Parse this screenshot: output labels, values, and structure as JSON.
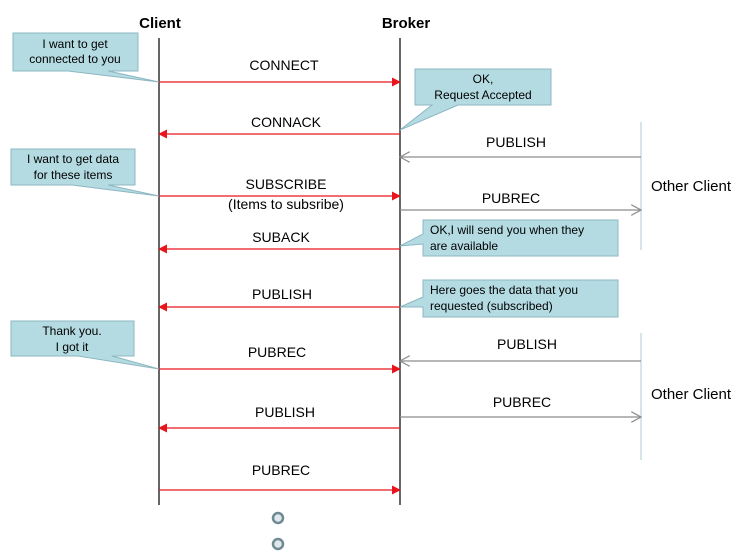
{
  "participants": {
    "client": "Client",
    "broker": "Broker",
    "other_client_top": "Other Client",
    "other_client_bottom": "Other Client"
  },
  "messages": {
    "connect": "CONNECT",
    "connack": "CONNACK",
    "publish_in_1": "PUBLISH",
    "subscribe": "SUBSCRIBE",
    "subscribe_detail": "(Items to subsribe)",
    "pubrec_out_1": "PUBREC",
    "suback": "SUBACK",
    "publish_2": "PUBLISH",
    "pubrec_2": "PUBREC",
    "publish_in_3": "PUBLISH",
    "pubrec_out_3": "PUBREC",
    "publish_4": "PUBLISH",
    "pubrec_4": "PUBREC"
  },
  "notes": {
    "connect_note": [
      "I want to get",
      "connected to you"
    ],
    "accepted_note": [
      "OK,",
      "Request Accepted"
    ],
    "subscribe_note": [
      "I want to get data",
      "for these items"
    ],
    "suback_note": [
      "OK,I will send you when they",
      "are available"
    ],
    "data_note": [
      "Here goes the data that you",
      "requested (subscribed)"
    ],
    "thanks_note": [
      "Thank you.",
      "I got it"
    ]
  },
  "colors": {
    "red_arrow": "#e8161c",
    "gray_arrow": "#8c8c8c",
    "note_fill": "#b4dbe2",
    "note_border": "#8cb7c2",
    "other_client_line": "#b9d3dc",
    "dot": "#6e8a93"
  }
}
